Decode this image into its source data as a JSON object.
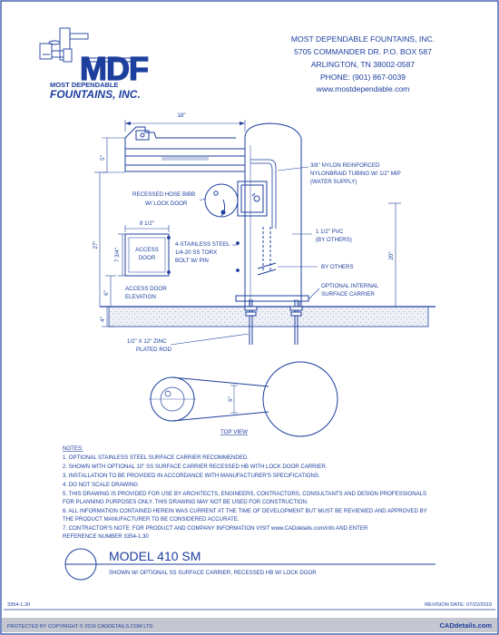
{
  "colors": {
    "ink": "#1d3f9e",
    "paper": "#ffffff",
    "ground": "#e8eaf3",
    "gray": "#c4c7d0"
  },
  "brand": {
    "logo_mark": "MDF",
    "logo_name_1": "MOST DEPENDABLE",
    "logo_name_2": "FOUNTAINS, INC."
  },
  "company": {
    "name": "MOST DEPENDABLE FOUNTAINS, INC.",
    "address1": "5705 COMMANDER DR. P.O. BOX 587",
    "address2": "ARLINGTON, TN 38002-0587",
    "phone": "PHONE: (901) 867-0039",
    "web": "www.mostdependable.com"
  },
  "dimensions": {
    "width_18": "18\"",
    "dim_5": "5\"",
    "dim_27": "27\"",
    "dim_7_3_4": "7 3/4\"",
    "dim_8_1_2": "8 1/2\"",
    "dim_6": "6\"",
    "dim_4": "4\"",
    "dim_20": "20\"",
    "dim_6_top": "6\""
  },
  "callouts": {
    "nylon_1": "3/8\" NYLON REINFORCED",
    "nylon_2": "NYLONBRAID TUBING W/ 1/2\" MIP",
    "nylon_3": "(WATER SUPPLY)",
    "hose_1": "RECESSED HOSE BIBB",
    "hose_2": "W/ LOCK DOOR",
    "pvc_1": "1 1/2\" PVC",
    "pvc_2": "(BY OTHERS)",
    "steel_1": "4-STAINLESS STEEL",
    "steel_2": "1/4-20 SS TORX",
    "steel_3": "BOLT W/ PIN",
    "access_1": "ACCESS",
    "access_2": "DOOR",
    "by_others": "BY OTHERS",
    "carrier_1": "OPTIONAL INTERNAL",
    "carrier_2": "SURFACE CARRIER",
    "elev_1": "ACCESS DOOR",
    "elev_2": "ELEVATION",
    "rod_1": "1/2\" X 12\" ZINC",
    "rod_2": "PLATED ROD",
    "top_view": "TOP VIEW"
  },
  "notes": {
    "header": "NOTES:",
    "items": [
      "1.  OPTIONAL STAINLESS STEEL SURFACE CARRIER RECOMMENDED.",
      "2.  SHOWN WITH OPTIONAL 10\" SS SURFACE CARRIER RECESSED HB WITH LOCK DOOR CARRIER.",
      "3.  INSTALLATION TO BE PROVIDED IN ACCORDANCE WITH MANUFACTURER'S SPECIFICATIONS.",
      "4.  DO NOT SCALE DRAWING",
      "5.  THIS DRAWING IS PROVIDED FOR USE BY ARCHITECTS, ENGINEERS, CONTRACTORS, CONSULTANTS AND DESIGN PROFESSIONALS",
      "     FOR PLANNING PURPOSES ONLY.  THIS DRAWING MAY NOT BE USED FOR CONSTRUCTION.",
      "6.  ALL INFORMATION CONTAINED HEREIN WAS CURRENT AT THE TIME OF DEVELOPMENT BUT MUST BE REVIEWED AND APPROVED BY",
      "     THE PRODUCT MANUFACTURER TO BE CONSIDERED ACCURATE.",
      "7.  CONTRACTOR'S NOTE: FOR PRODUCT AND COMPANY INFORMATION VISIT www.CADdetails.com/info AND ENTER",
      "     REFERENCE NUMBER 3354-1.30"
    ]
  },
  "title_block": {
    "model": "MODEL 410 SM",
    "subtitle": "SHOWN W/ OPTIONAL SS SURFACE CARRIER, RECESSED HB W/ LOCK DOOR"
  },
  "footer": {
    "ref": "3354-1.30",
    "revision": "REVISION DATE: 07/22/2019",
    "copyright": "PROTECTED BY COPYRIGHT © 2019 CADDETAILS.COM LTD.",
    "cad_logo": "CADdetails.com"
  }
}
